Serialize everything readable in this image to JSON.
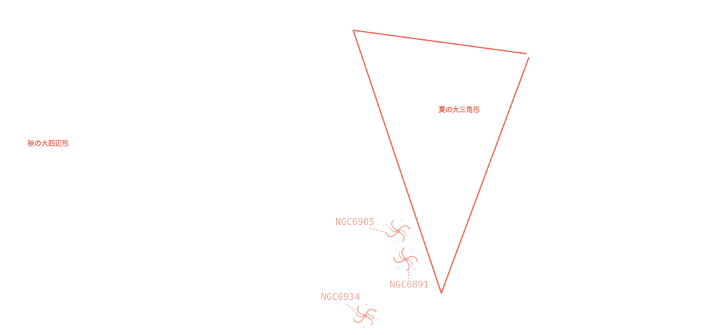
{
  "colors": {
    "asterism": "#f07060",
    "galaxy": "#f7a8a0"
  },
  "asterisms": [
    {
      "id": "summer-triangle",
      "label": "夏の大三角形"
    },
    {
      "id": "autumn-square",
      "label": "秋の大四辺形"
    }
  ],
  "galaxies": [
    {
      "id": "ngc6905",
      "label": "NGC6905",
      "icon": "spiral-galaxy-icon"
    },
    {
      "id": "ngc6891",
      "label": "NGC6891",
      "icon": "spiral-galaxy-icon"
    },
    {
      "id": "ngc6934",
      "label": "NGC6934",
      "icon": "spiral-galaxy-icon"
    }
  ]
}
